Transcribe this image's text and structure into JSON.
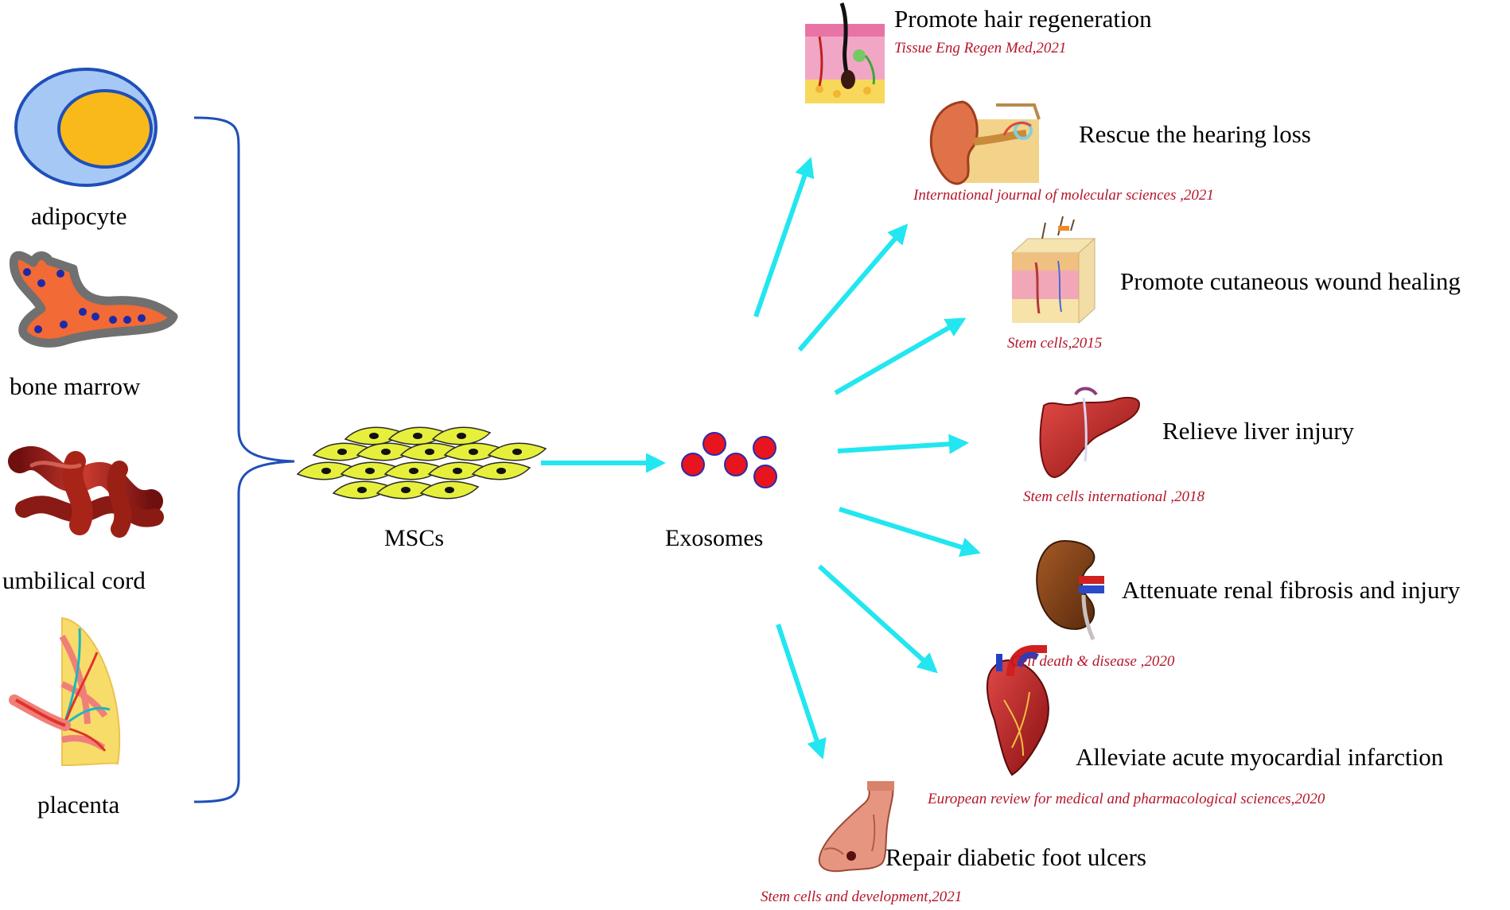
{
  "diagram": {
    "sources": [
      {
        "id": "adipocyte",
        "label": "adipocyte",
        "icon": "adipocyte-cell-icon"
      },
      {
        "id": "bone-marrow",
        "label": "bone marrow",
        "icon": "bone-marrow-icon"
      },
      {
        "id": "umbilical-cord",
        "label": "umbilical cord",
        "icon": "umbilical-cord-icon"
      },
      {
        "id": "placenta",
        "label": "placenta",
        "icon": "placenta-icon"
      }
    ],
    "msc_label": "MSCs",
    "exosome_label": "Exosomes",
    "effects": [
      {
        "id": "hair",
        "label": "Promote hair regeneration",
        "ref": "Tissue Eng Regen Med,2021",
        "icon": "hair-follicle-icon"
      },
      {
        "id": "hearing",
        "label": "Rescue the hearing loss",
        "ref": "International journal of molecular sciences ,2021",
        "icon": "ear-icon"
      },
      {
        "id": "wound",
        "label": "Promote cutaneous wound healing",
        "ref": "Stem cells,2015",
        "icon": "skin-layers-icon"
      },
      {
        "id": "liver",
        "label": "Relieve liver injury",
        "ref": "Stem cells international ,2018",
        "icon": "liver-icon"
      },
      {
        "id": "renal",
        "label": "Attenuate renal fibrosis and injury",
        "ref": "Cell death & disease ,2020",
        "icon": "kidney-icon"
      },
      {
        "id": "heart",
        "label": "Alleviate acute myocardial infarction",
        "ref": "European review for medical and pharmacological sciences,2020",
        "icon": "heart-icon"
      },
      {
        "id": "foot",
        "label": "Repair diabetic foot ulcers",
        "ref": "Stem cells and development,2021",
        "icon": "foot-icon"
      }
    ],
    "colors": {
      "arrow": "#22e6f0",
      "bracket": "#1f4fb8",
      "reference_text": "#b5152a",
      "exosome": "#e8141e",
      "msc_cell": "#e6f03c"
    }
  }
}
